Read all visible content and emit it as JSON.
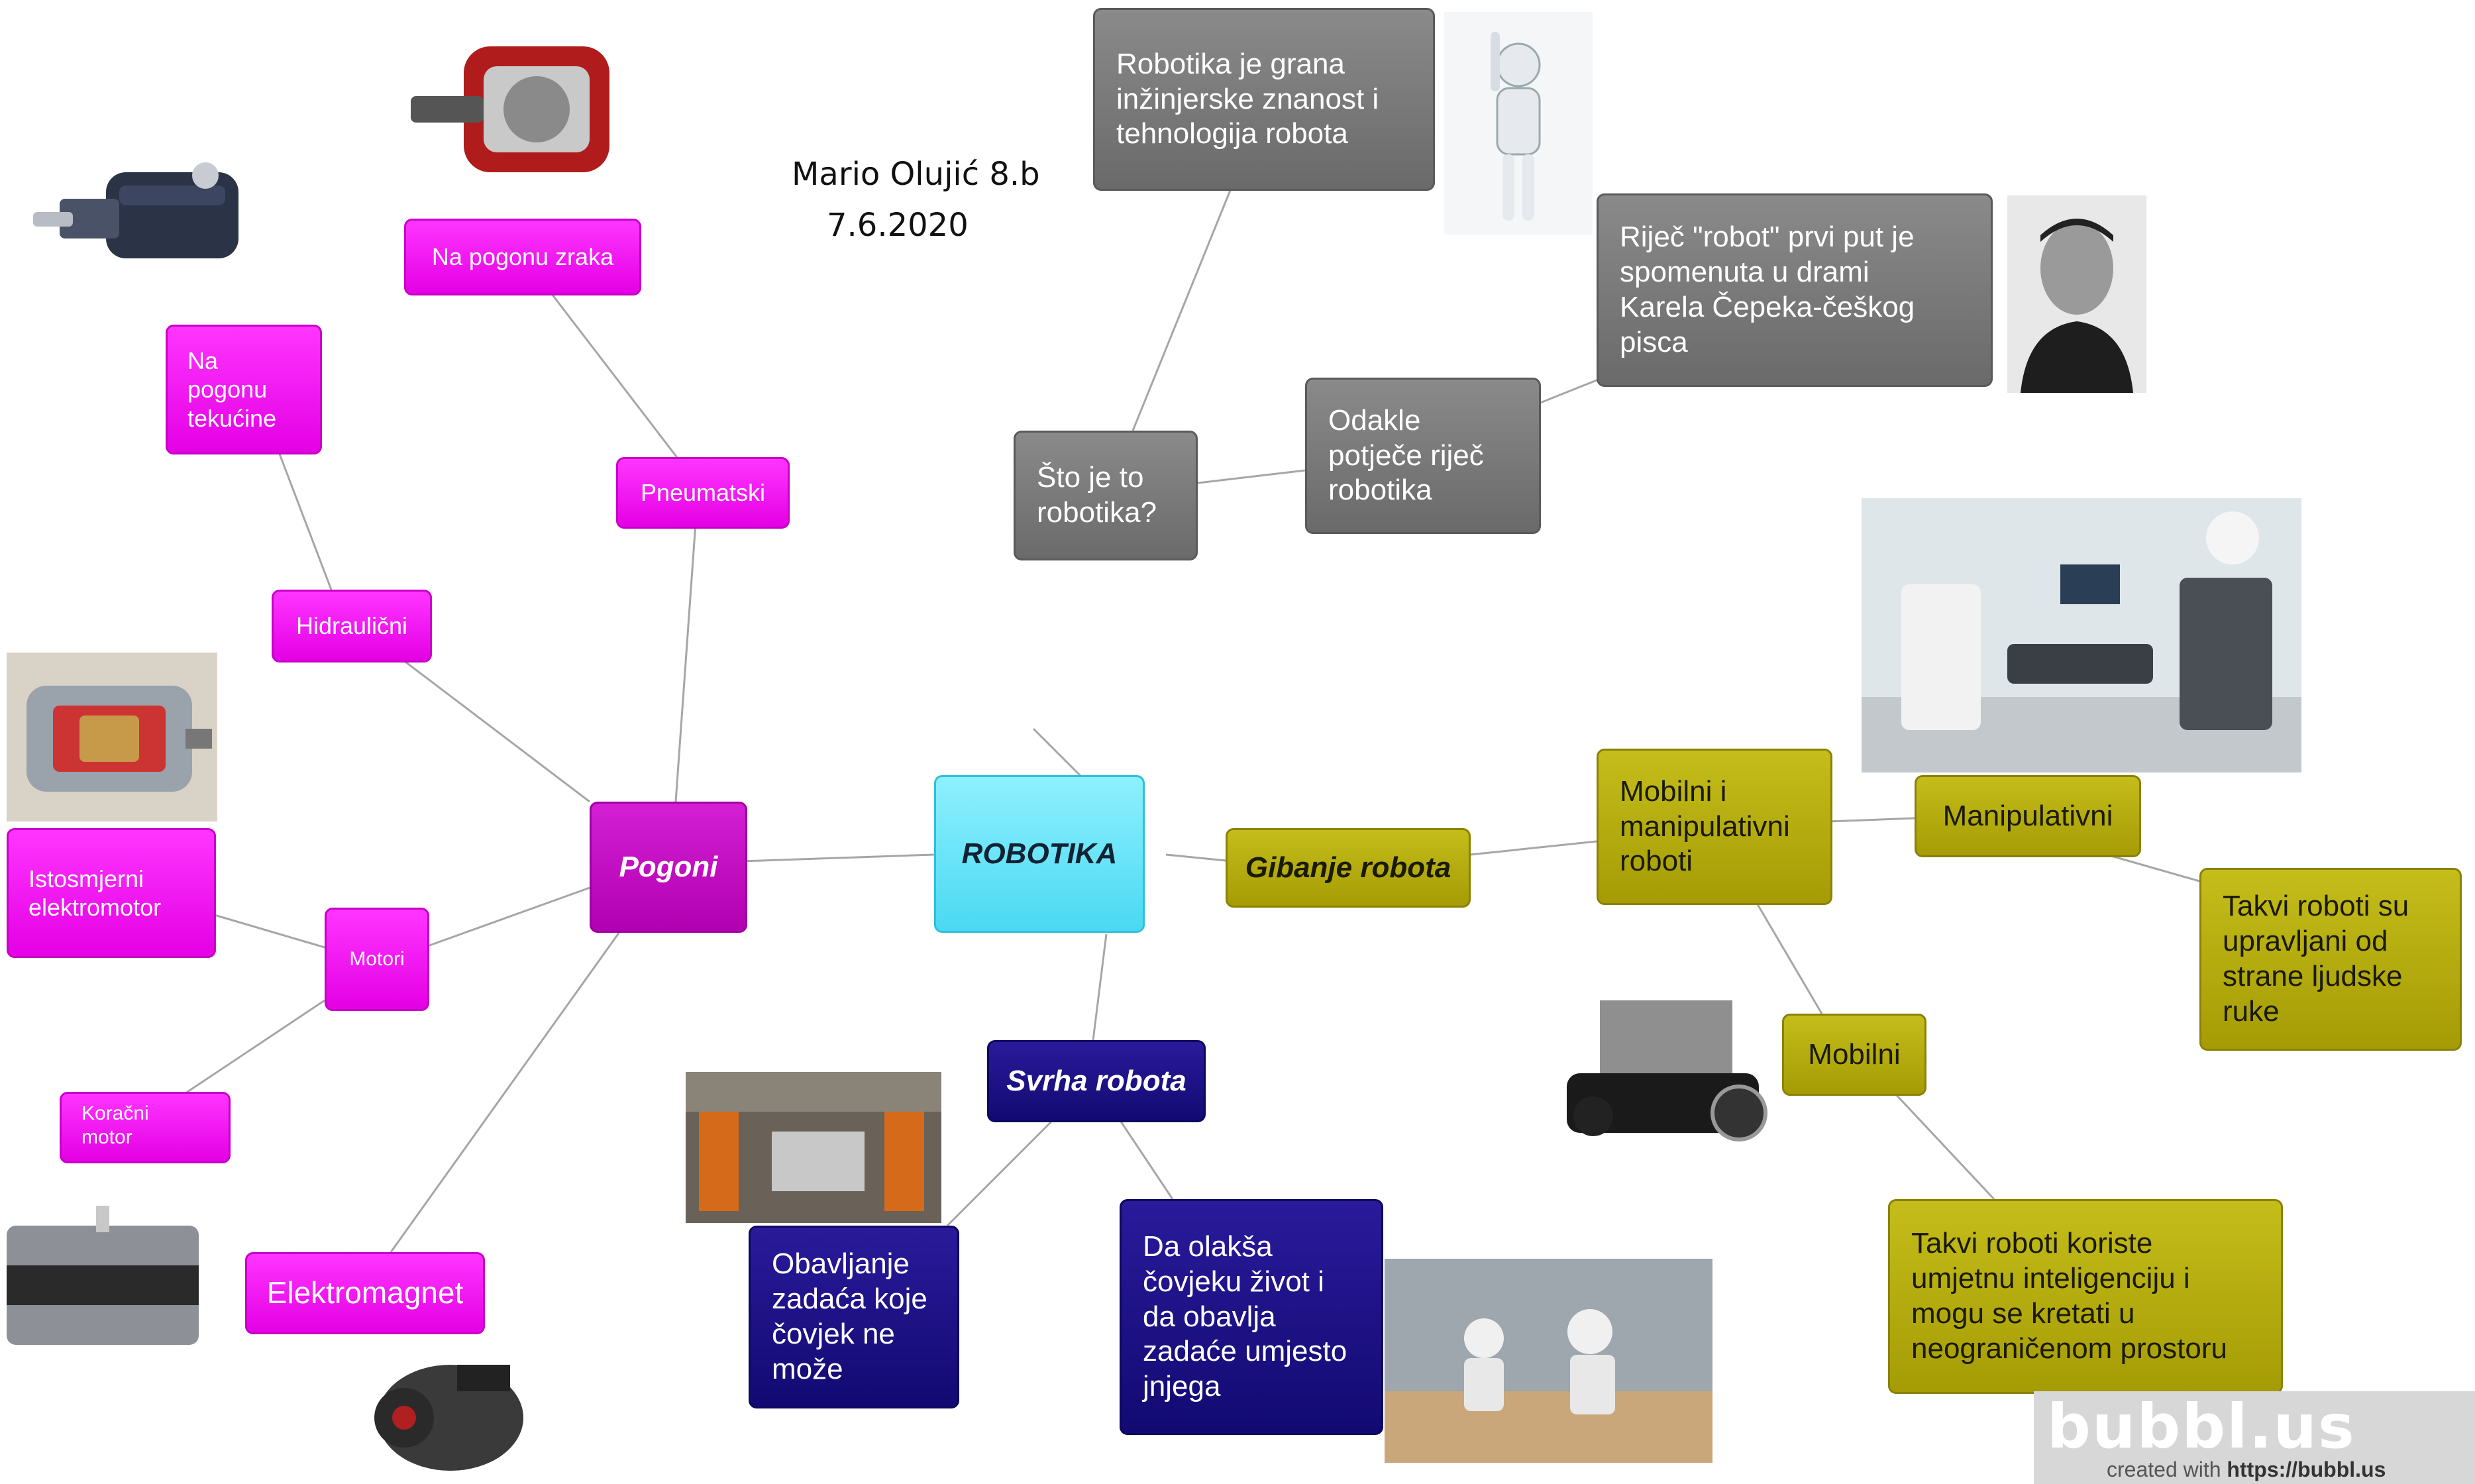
{
  "author": {
    "name": "Mario Olujić  8.b",
    "date": "7.6.2020"
  },
  "nodes": {
    "robotika": "ROBOTIKA",
    "pogoni": "Pogoni",
    "pneumatski": "Pneumatski",
    "na_pogonu_zraka": "Na pogonu zraka",
    "hidraulicni": "Hidraulični",
    "na_pogonu_tekucine": "Na\npogonu\ntekućine",
    "motori": "Motori",
    "istosmjerni": "Istosmjerni\nelektromotor",
    "koracni": "Koračni\nmotor",
    "elektromagnet": "Elektromagnet",
    "sto_je_robotika": "Što je to\nrobotika?",
    "robotika_je_grana": "Robotika je grana\ninžinjerske znanost i\ntehnologija robota",
    "odakle": "Odakle\npotječe riječ\nrobotika",
    "rijec_robot": "Riječ \"robot\" prvi put je\nspomenuta u drami\nKarela Čepeka-češkog\npisca",
    "gibanje": "Gibanje robota",
    "mob_manip": "Mobilni i\nmanipulativni\nroboti",
    "manipulativni": "Manipulativni",
    "takvi_ljudske": "Takvi roboti su\nupravljani od\nstrane ljudske\nruke",
    "mobilni": "Mobilni",
    "takvi_ai": "Takvi roboti koriste\numjetnu inteligenciju i\nmogu se kretati u\nneograničenom prostoru",
    "svrha": "Svrha robota",
    "obavljanje": "Obavljanje\nzadaća koje\nčovjek ne\nmože",
    "da_olaksa": "Da olakša\nčovjeku život i\nda obavlja\nzadaće umjesto\njnjega"
  },
  "colors": {
    "link": "#a6a6a6",
    "pink": "#ee11ee",
    "gray": "#777777",
    "cyan": "#6ee6f8",
    "olive": "#b5ad10",
    "navy": "#1a1080"
  },
  "icons": {
    "hydraulic_motor": "hydraulic-motor-photo",
    "pneumatic_motor": "pneumatic-motor-photo",
    "dc_motor": "dc-motor-photo",
    "stepper_motor": "stepper-motor-photo",
    "electric_motor": "electric-motor-photo",
    "humanoid_robot": "humanoid-robot-photo",
    "capek_portrait": "karel-capek-portrait",
    "surgical_robot": "surgical-robot-photo",
    "mobile_robot": "mobile-robot-photo",
    "car_factory": "car-factory-photo",
    "robots_working": "robots-working-photo"
  },
  "branding": {
    "logo": "bubbl.us",
    "created": "created with",
    "url": "https://bubbl.us"
  }
}
